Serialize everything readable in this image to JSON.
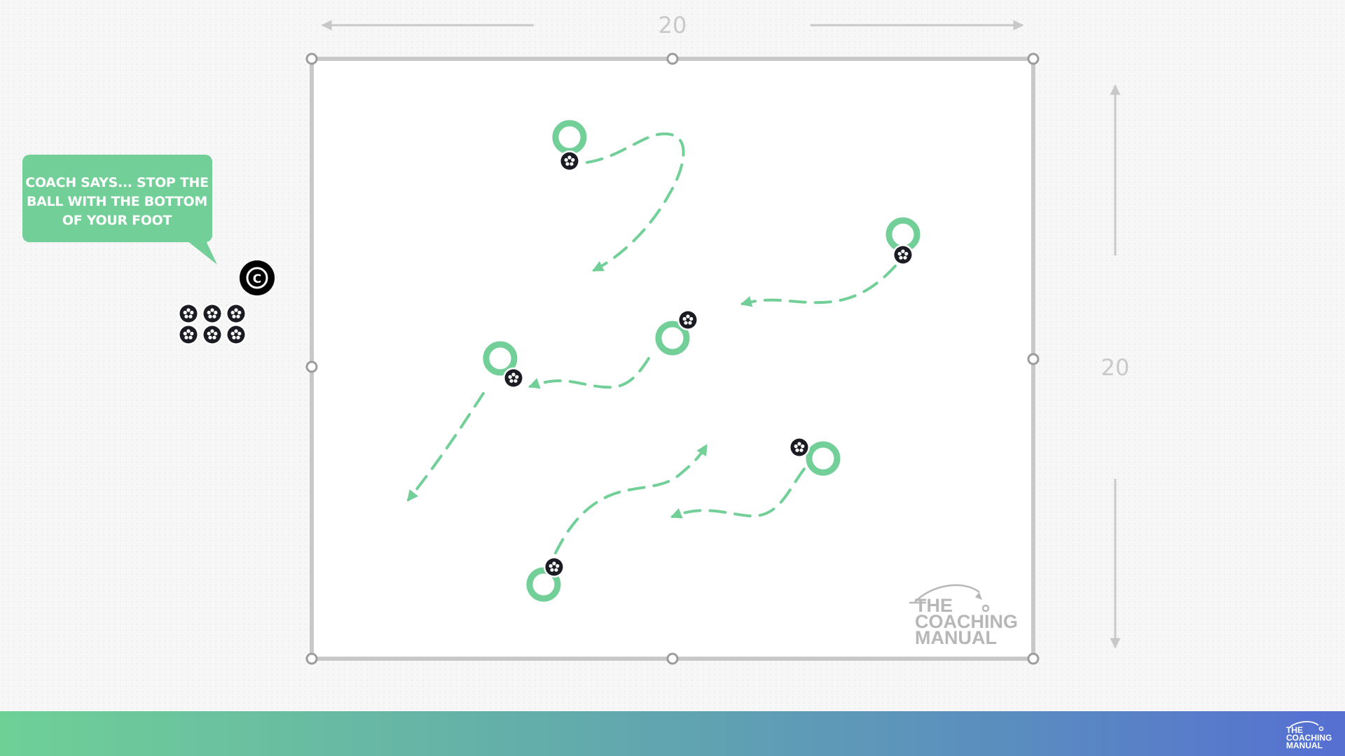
{
  "dimensions": {
    "width_label": "20",
    "height_label": "20"
  },
  "coach_bubble": {
    "lines": [
      "COACH SAYS... STOP THE",
      "BALL WITH THE BOTTOM",
      "OF YOUR FOOT"
    ]
  },
  "coach": {
    "symbol": "C"
  },
  "ball_stack_count": 6,
  "logo": {
    "lines": [
      "THE",
      "COACHING",
      "MANUAL"
    ]
  },
  "footer_logo": {
    "lines": [
      "THE",
      "COACHING",
      "MANUAL"
    ]
  },
  "colors": {
    "player": "#72cf98",
    "dribble_path": "#72cf98",
    "ball": "#1b1b24",
    "pitch_border": "#c8c8c8",
    "bubble": "#72cf98",
    "coach": "#000000",
    "footer_gradient_start": "#6fd096",
    "footer_gradient_end": "#566fd2"
  },
  "icons": {
    "player": "player-ring-icon",
    "ball": "soccer-ball-icon",
    "coach": "coach-icon",
    "cone": "corner-marker-icon"
  }
}
